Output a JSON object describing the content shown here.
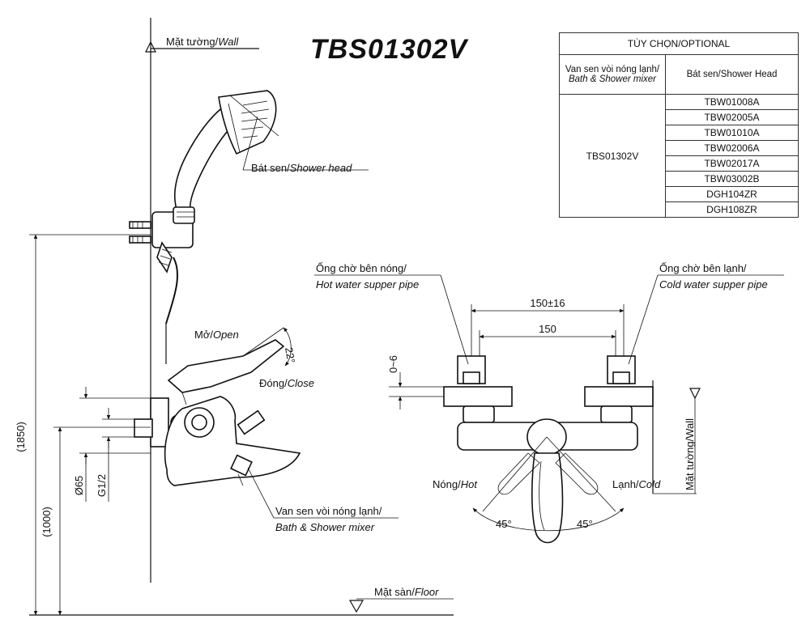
{
  "title": "TBS01302V",
  "labels": {
    "wall_top": "Mặt tường/",
    "wall_top_en": "Wall",
    "shower_head": "Bát sen/",
    "shower_head_en": "Shower head",
    "open": "Mở/",
    "open_en": "Open",
    "close": "Đóng/",
    "close_en": "Close",
    "angle_22": "22°",
    "mixer_vn": "Van sen vòi nóng lạnh/",
    "mixer_en": "Bath & Shower mixer",
    "floor": "Mặt sàn/",
    "floor_en": "Floor",
    "dim_1850": "(1850)",
    "dim_1000": "(1000)",
    "dim_65": "Ø65",
    "dim_g12": "G1/2",
    "hot_pipe_vn": "Ống chờ bên nóng/",
    "hot_pipe_en": "Hot water supper pipe",
    "cold_pipe_vn": "Ống chờ bên lạnh/",
    "cold_pipe_en": "Cold water supper pipe",
    "dim_150_16": "150±16",
    "dim_150": "150",
    "dim_0_6": "0~6",
    "wall_side": "Mặt tường/Wall",
    "hot": "Nóng/",
    "hot_en": "Hot",
    "cold": "Lạnh/",
    "cold_en": "Cold",
    "angle_45_left": "45°",
    "angle_45_right": "45°"
  },
  "optional_table": {
    "header": "TÙY CHỌN/OPTIONAL",
    "col1_vn": "Van sen vòi nóng lạnh/",
    "col1_en": "Bath & Shower mixer",
    "col2": "Bát sen/Shower Head",
    "mixer_model": "TBS01302V",
    "shower_heads": [
      "TBW01008A",
      "TBW02005A",
      "TBW01010A",
      "TBW02006A",
      "TBW02017A",
      "TBW03002B",
      "DGH104ZR",
      "DGH108ZR"
    ]
  }
}
